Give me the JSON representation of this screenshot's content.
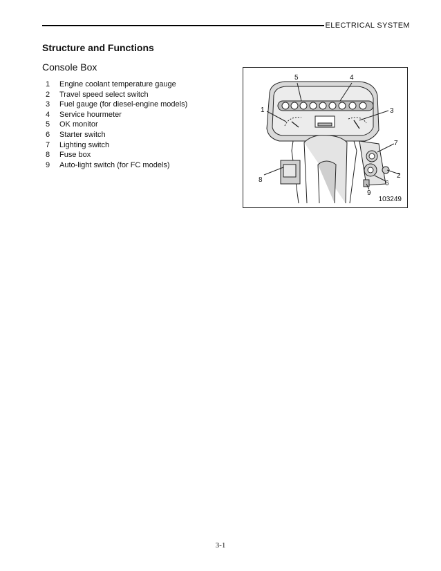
{
  "header": {
    "section": "ELECTRICAL  SYSTEM"
  },
  "heading": "Structure and Functions",
  "subheading": "Console Box",
  "legend": [
    {
      "num": "1",
      "label": "Engine coolant temperature gauge"
    },
    {
      "num": "2",
      "label": "Travel speed select switch"
    },
    {
      "num": "3",
      "label": "Fuel gauge (for diesel-engine models)"
    },
    {
      "num": "4",
      "label": "Service hourmeter"
    },
    {
      "num": "5",
      "label": "OK monitor"
    },
    {
      "num": "6",
      "label": "Starter switch"
    },
    {
      "num": "7",
      "label": "Lighting switch"
    },
    {
      "num": "8",
      "label": "Fuse box"
    },
    {
      "num": "9",
      "label": "Auto-light switch (for FC models)"
    }
  ],
  "figure": {
    "id": "103249",
    "callouts": [
      "5",
      "4",
      "1",
      "3",
      "7",
      "8",
      "2",
      "6",
      "9"
    ]
  },
  "page_number": "3-1"
}
